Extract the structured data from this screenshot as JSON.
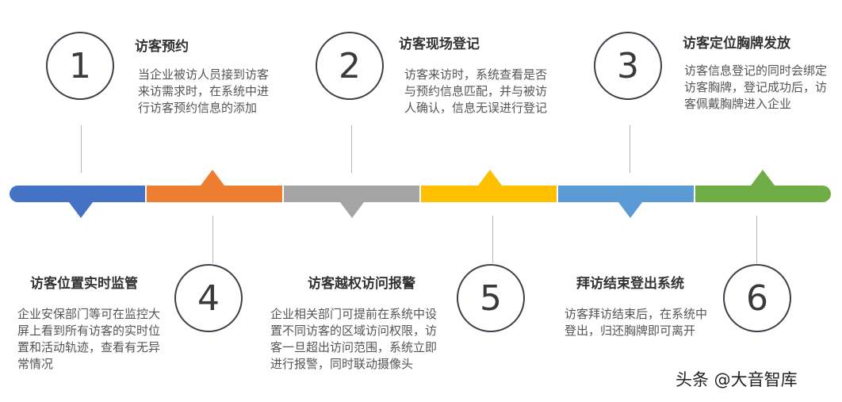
{
  "steps": [
    {
      "number": "1",
      "title": "访客预约",
      "desc": "当企业被访人员接到访客来访需求时，在系统中进行访客预约信息的添加"
    },
    {
      "number": "2",
      "title": "访客现场登记",
      "desc": "访客来访时，系统查看是否与预约信息匹配，并与被访人确认，信息无误进行登记"
    },
    {
      "number": "3",
      "title": "访客定位胸牌发放",
      "desc": "访客信息登记的同时会绑定访客胸牌，登记成功后，访客佩戴胸牌进入企业"
    },
    {
      "number": "4",
      "title": "访客位置实时监管",
      "desc": "企业安保部门等可在监控大屏上看到所有访客的实时位置和活动轨迹，查看有无异常情况"
    },
    {
      "number": "5",
      "title": "访客越权访问报警",
      "desc": "企业相关部门可提前在系统中设置不同访客的区域访问权限，访客一旦超出访问范围，系统立即进行报警，同时联动摄像头"
    },
    {
      "number": "6",
      "title": "拜访结束登出系统",
      "desc": "访客拜访结束后，在系统中登出，归还胸牌即可离开"
    }
  ],
  "timeline_colors": [
    "#4472c4",
    "#ed7d31",
    "#a5a5a5",
    "#ffc000",
    "#5b9bd5",
    "#70ad47"
  ],
  "watermark": "头条 @大音智库"
}
